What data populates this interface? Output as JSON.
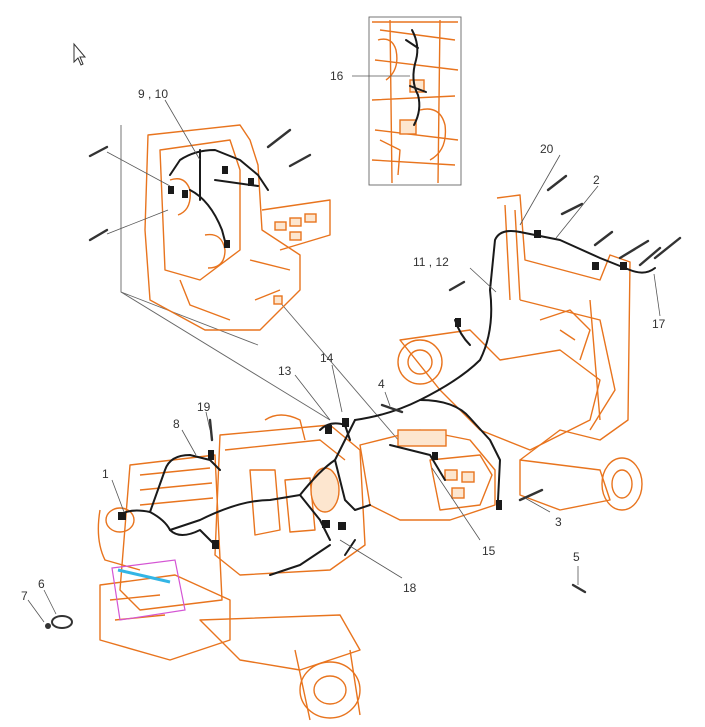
{
  "colors": {
    "part_outline": "#e8741e",
    "harness": "#1a1a1a",
    "battery_highlight": "#d455d4",
    "battery_cyan": "#33b5e5"
  },
  "icons": [
    "cursor-arrow-icon"
  ],
  "callouts": {
    "c1": "1",
    "c2": "2",
    "c3": "3",
    "c4": "4",
    "c5": "5",
    "c6": "6",
    "c7": "7",
    "c8": "8",
    "c9_10": "9 , 10",
    "c11_12": "11 , 12",
    "c13": "13",
    "c14": "14",
    "c15": "15",
    "c16": "16",
    "c17": "17",
    "c18": "18",
    "c19": "19",
    "c20": "20"
  }
}
